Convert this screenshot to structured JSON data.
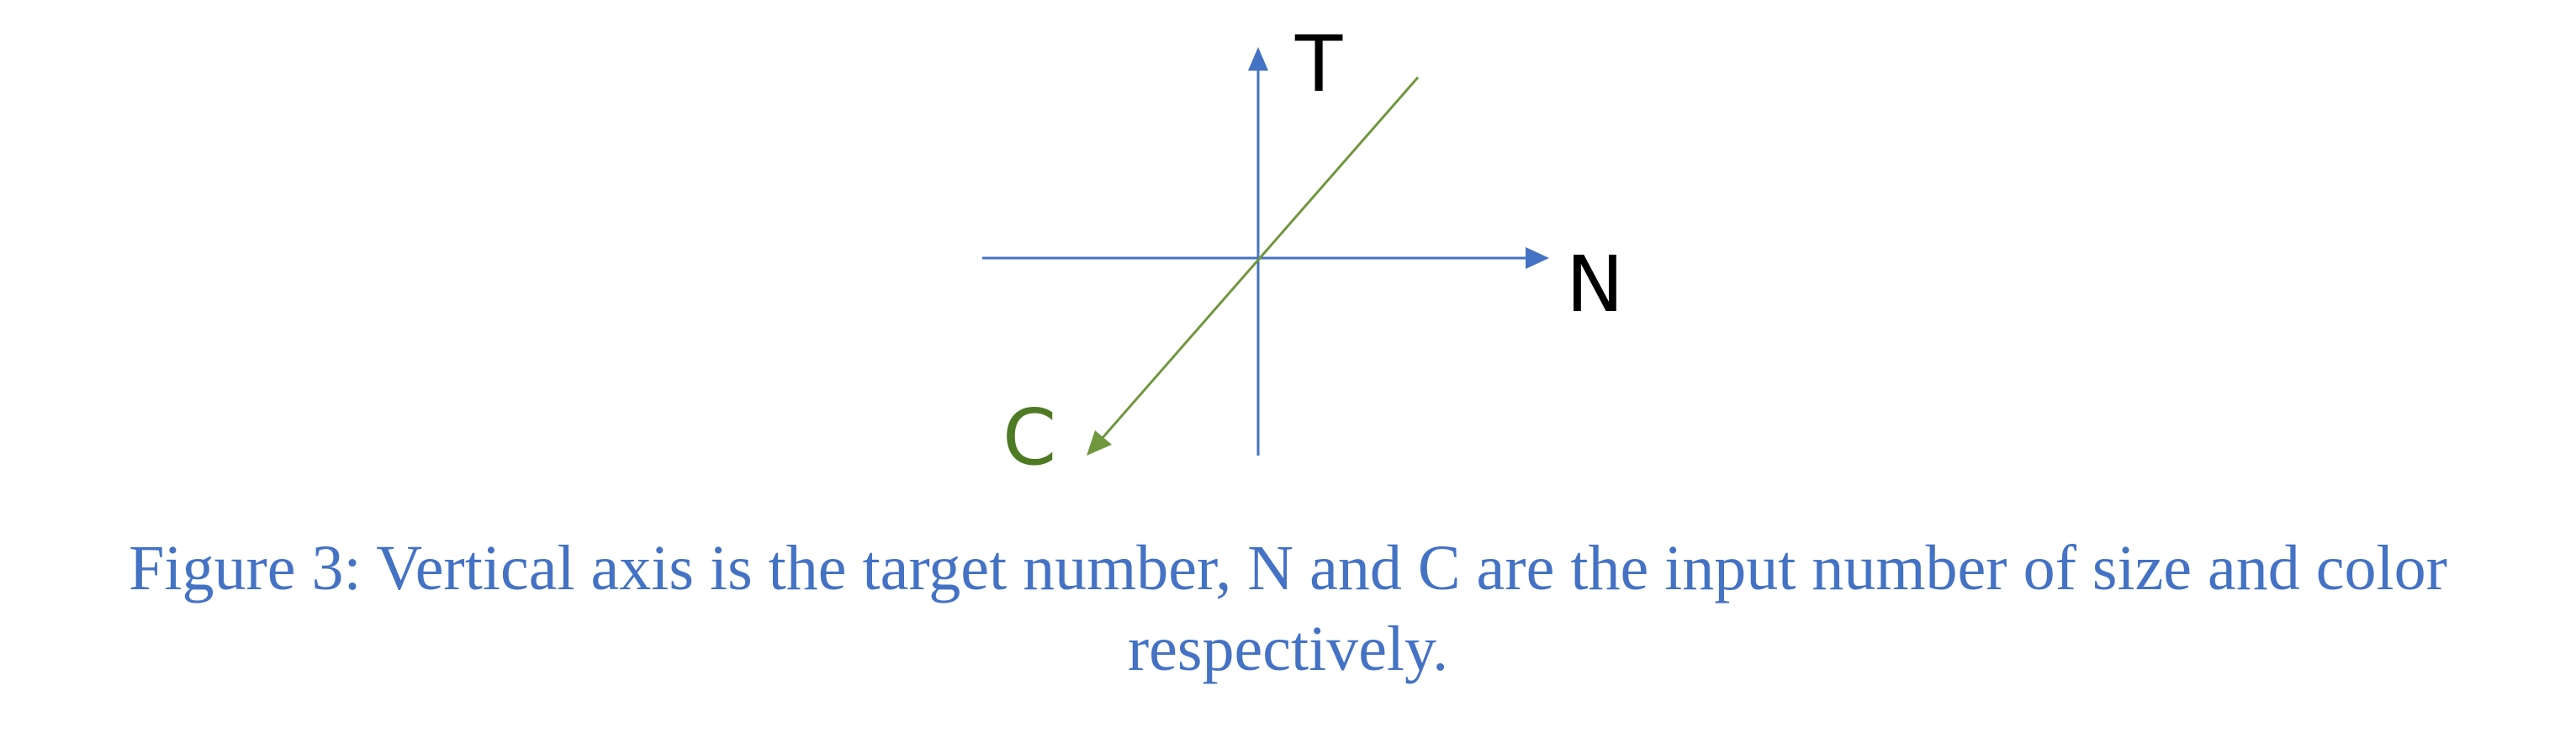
{
  "diagram": {
    "axes": [
      {
        "id": "T",
        "label": "T",
        "color": "#4472C4"
      },
      {
        "id": "N",
        "label": "N",
        "color": "#4472C4"
      },
      {
        "id": "C",
        "label": "C",
        "color": "#70963E"
      }
    ],
    "axis_label_colors": {
      "T": "#000000",
      "N": "#000000",
      "C": "#4E7A24"
    }
  },
  "caption": {
    "text": "Figure 3: Vertical axis is the target number, N and C are the input number of size and color respectively.",
    "color": "#4472C4"
  }
}
